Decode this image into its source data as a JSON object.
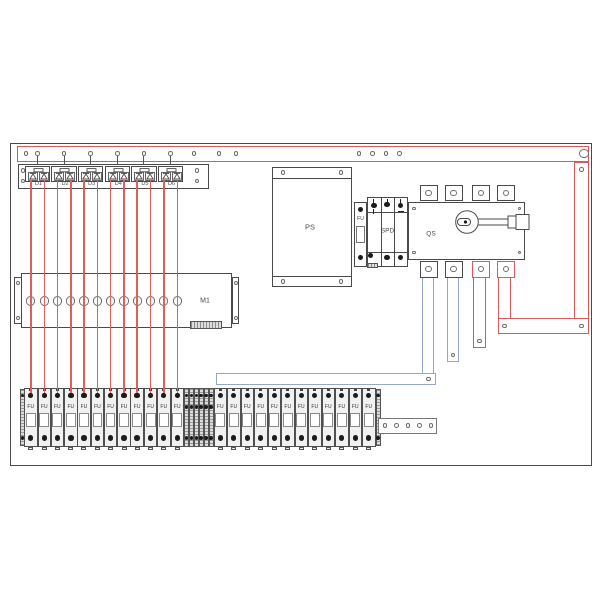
{
  "colors": {
    "outline": "#4a4a4a",
    "wire_red": "#dc6060",
    "bus_red": "#d85a5a",
    "bus_blue": "#95a7c8",
    "hole_stroke": "#6e6e6e",
    "terminal_dot": "#1c1c1c",
    "label": "#4a4a4a",
    "unit_fill": "#f1f1f1",
    "hatch_fill": "#dcdcdc"
  },
  "modules": {
    "diodes": {
      "labels": [
        "D1",
        "D2",
        "D3",
        "D4",
        "D5",
        "D6"
      ]
    },
    "controller": {
      "label": "M1"
    },
    "power_supply": {
      "label": "PS"
    },
    "fuse": {
      "label": "FU"
    },
    "spd": {
      "label": "SPD"
    },
    "disconnect_switch": {
      "label": "QS"
    }
  },
  "terminal_strip": {
    "unit_label": "FU",
    "group_a_count": 12,
    "group_b_count": 12
  },
  "wires": {
    "red_string_count": 12
  }
}
